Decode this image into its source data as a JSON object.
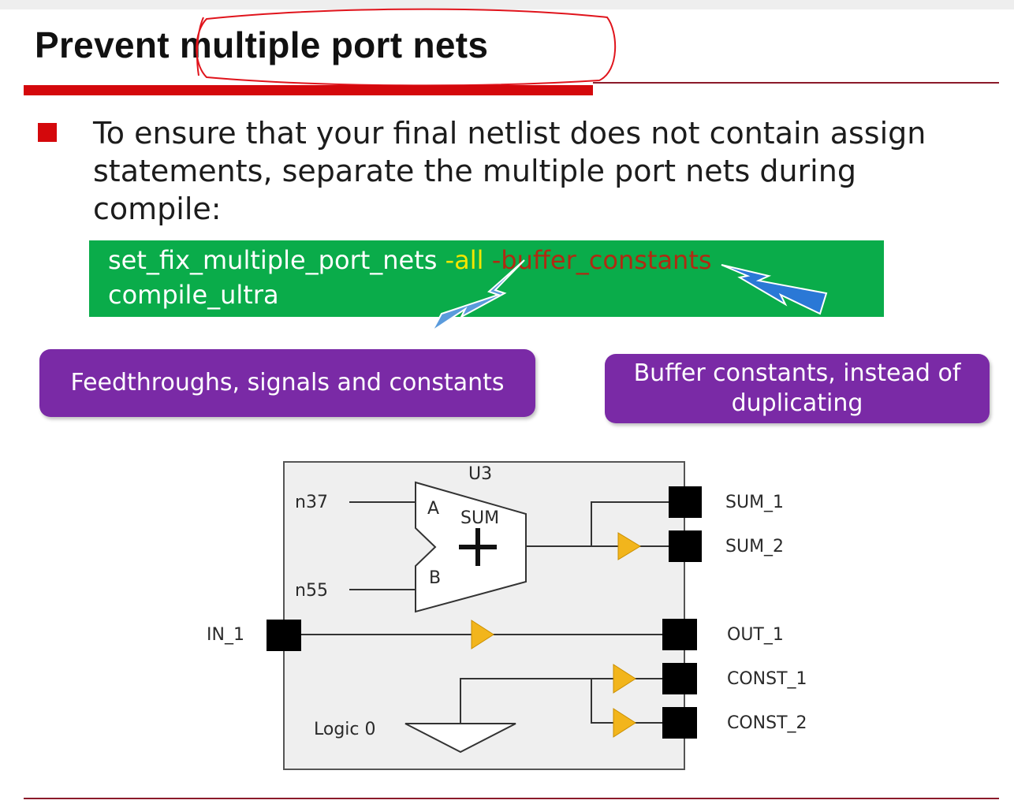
{
  "slide": {
    "title": "Prevent multiple port nets",
    "bullet": "To ensure that your final netlist does not contain assign statements, separate the multiple port nets during compile:",
    "code": {
      "line1_cmd": "set_fix_multiple_port_nets ",
      "line1_opt_all": "-all",
      "line1_opt_buffer": " -buffer_constants",
      "line2": "compile_ultra"
    },
    "callouts": {
      "left": "Feedthroughs, signals and constants",
      "right_line1": "Buffer constants, instead of",
      "right_line2": "duplicating"
    },
    "diagram": {
      "block": "U3",
      "adder_in_a": "A",
      "adder_in_b": "B",
      "adder_out": "SUM",
      "net_a": "n37",
      "net_b": "n55",
      "input_port": "IN_1",
      "logic_label": "Logic 0",
      "outputs": [
        "SUM_1",
        "SUM_2",
        "OUT_1",
        "CONST_1",
        "CONST_2"
      ]
    }
  },
  "colors": {
    "accent_red": "#d4080c",
    "code_green": "#0aac4a",
    "callout_purple": "#7a2aa6",
    "buffer_yellow": "#f2b51c",
    "option_yellow": "#f3e600",
    "option_red": "#b02a12"
  }
}
